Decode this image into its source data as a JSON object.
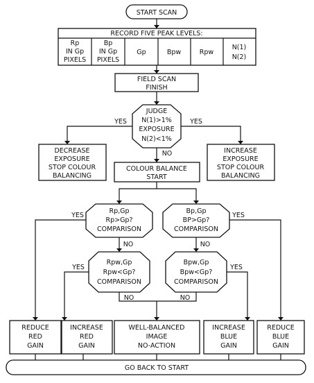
{
  "start": "START SCAN",
  "record": {
    "title": "RECORD FIVE PEAK LEVELS:",
    "cells": [
      [
        "Rp",
        "IN Gp",
        "PIXELS"
      ],
      [
        "Bp",
        "IN Gp",
        "PIXELS"
      ],
      [
        "Gp"
      ],
      [
        "Bpw"
      ],
      [
        "Rpw"
      ],
      [
        "N(1)",
        "N(2)"
      ]
    ]
  },
  "field_scan": [
    "FIELD SCAN",
    "FINISH"
  ],
  "judge": [
    "JUDGE",
    "N(1)>1%",
    "EXPOSURE",
    "N(2)<1%"
  ],
  "yes": "YES",
  "no": "NO",
  "decrease_exposure": [
    "DECREASE",
    "EXPOSURE",
    "STOP COLOUR",
    "BALANCING"
  ],
  "increase_exposure": [
    "INCREASE",
    "EXPOSURE",
    "STOP COLOUR",
    "BALANCING"
  ],
  "colour_balance": [
    "COLOUR BALANCE",
    "START"
  ],
  "cmp_red_upper": [
    "Rp,Gp",
    "Rp>Gp?",
    "COMPARISON"
  ],
  "cmp_blue_upper": [
    "Bp,Gp",
    "BP>Gp?",
    "COMPARISON"
  ],
  "cmp_red_lower": [
    "Rpw,Gp",
    "Rpw<Gp?",
    "COMPARISON"
  ],
  "cmp_blue_lower": [
    "Bpw,Gp",
    "Bpw<Gp?",
    "COMPARISON"
  ],
  "reduce_red": [
    "REDUCE",
    "RED",
    "GAIN"
  ],
  "increase_red": [
    "INCREASE",
    "RED",
    "GAIN"
  ],
  "well_balanced": [
    "WELL-BALANCED",
    "IMAGE",
    "NO-ACTION"
  ],
  "increase_blue": [
    "INCREASE",
    "BLUE",
    "GAIN"
  ],
  "reduce_blue": [
    "REDUCE",
    "BLUE",
    "GAIN"
  ],
  "go_back": "GO BACK TO START"
}
